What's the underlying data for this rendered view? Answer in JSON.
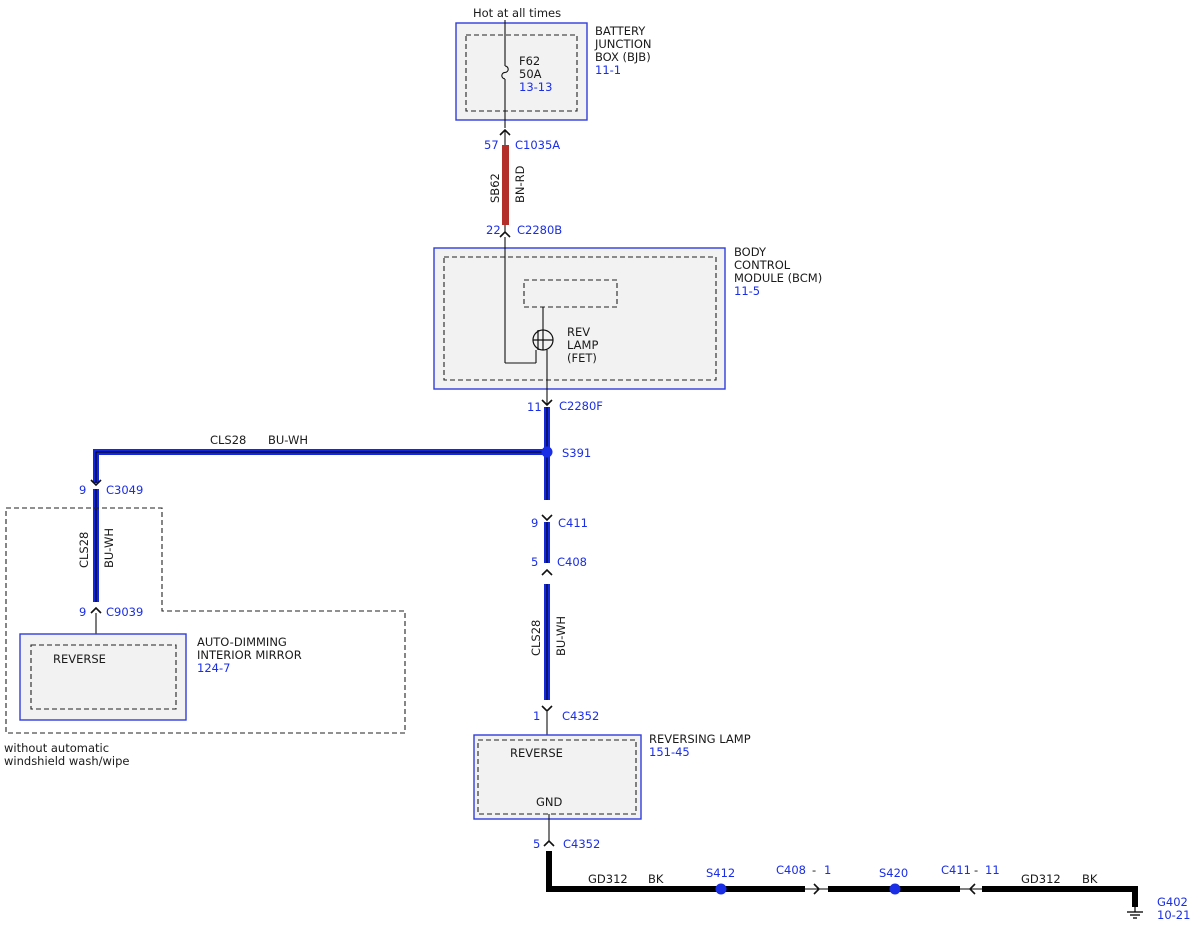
{
  "colors": {
    "accent": "#1a2ee6",
    "wire_blue": "#1428e0",
    "wire_red": "#b3302a",
    "wire_black": "#000000",
    "box_border": "#2f3fdc"
  },
  "power_note": "Hot at all times",
  "bjb": {
    "line1": "BATTERY",
    "line2": "JUNCTION",
    "line3": "BOX (BJB)",
    "ref": "11-1",
    "fuse_name": "F62",
    "fuse_rating": "50A",
    "fuse_ref": "13-13"
  },
  "bcm": {
    "line1": "BODY",
    "line2": "CONTROL",
    "line3": "MODULE (BCM)",
    "ref": "11-5",
    "out_line1": "REV",
    "out_line2": "LAMP",
    "out_line3": "(FET)"
  },
  "mirror": {
    "line1": "AUTO-DIMMING",
    "line2": "INTERIOR MIRROR",
    "ref": "124-7",
    "pin": "REVERSE"
  },
  "lamp": {
    "name": "REVERSING LAMP",
    "ref": "151-45",
    "pin_in": "REVERSE",
    "pin_out": "GND"
  },
  "option_note": {
    "line1": "without automatic",
    "line2": "windshield wash/wipe"
  },
  "connectors": {
    "c1035a": {
      "pin": "57",
      "name": "C1035A"
    },
    "c2280b": {
      "pin": "22",
      "name": "C2280B"
    },
    "c2280f": {
      "pin": "11",
      "name": "C2280F"
    },
    "c3049": {
      "pin": "9",
      "name": "C3049"
    },
    "c9039": {
      "pin": "9",
      "name": "C9039"
    },
    "c411": {
      "pin": "9",
      "name": "C411"
    },
    "c408": {
      "pin": "5",
      "name": "C408"
    },
    "c4352_in": {
      "pin": "1",
      "name": "C4352"
    },
    "c4352_out": {
      "pin": "5",
      "name": "C4352"
    },
    "c408_gnd": {
      "name": "C408",
      "sep": "-",
      "pin": "1"
    },
    "c411_gnd": {
      "name": "C411",
      "sep": "-",
      "pin": "11"
    }
  },
  "splices": {
    "s391": "S391",
    "s412": "S412",
    "s420": "S420"
  },
  "wires": {
    "sb62": {
      "circuit": "SB62",
      "color": "BN-RD"
    },
    "cls28_h": {
      "circuit": "CLS28",
      "color": "BU-WH"
    },
    "cls28_mirror": {
      "circuit": "CLS28",
      "color": "BU-WH"
    },
    "cls28_lamp": {
      "circuit": "CLS28",
      "color": "BU-WH"
    },
    "gd312_a": {
      "circuit": "GD312",
      "color": "BK"
    },
    "gd312_b": {
      "circuit": "GD312",
      "color": "BK"
    }
  },
  "ground": {
    "name": "G402",
    "ref": "10-21"
  }
}
